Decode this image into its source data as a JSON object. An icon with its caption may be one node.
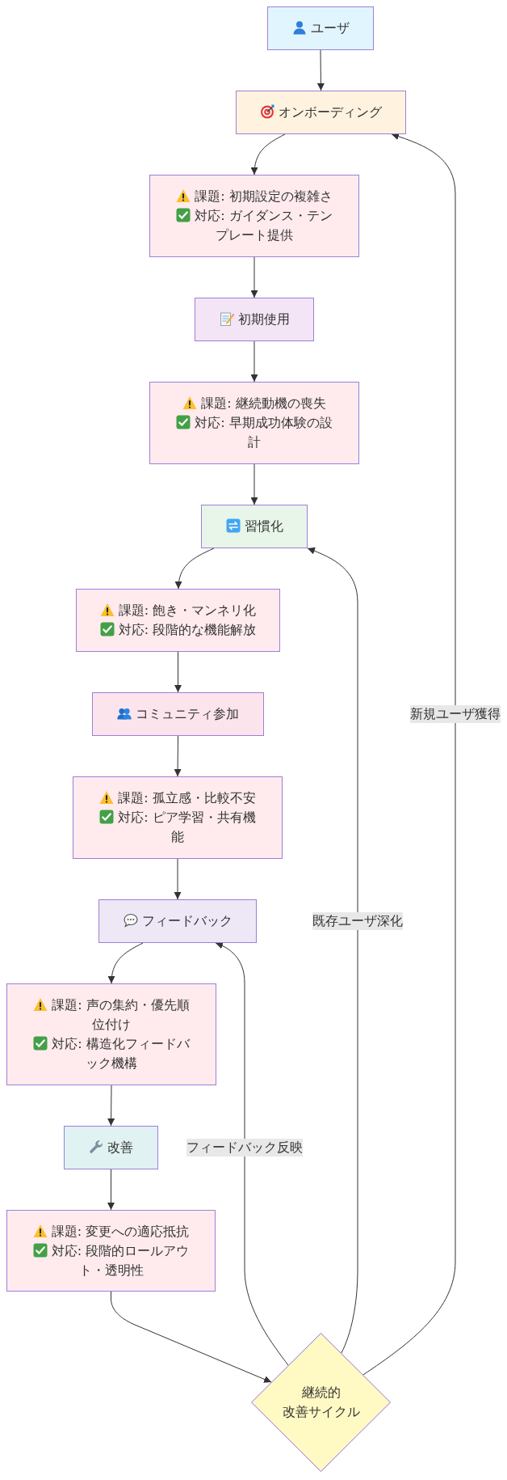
{
  "diagram": {
    "nodes": [
      {
        "text": [
          "ユーザ"
        ]
      },
      {
        "text": [
          "オンボーディング"
        ]
      },
      {
        "text": [
          "課題: 初期設定の複雑さ",
          "対応: ガイダンス・テンプレート提供"
        ]
      },
      {
        "text": [
          "初期使用"
        ]
      },
      {
        "text": [
          "課題: 継続動機の喪失",
          "対応: 早期成功体験の設計"
        ]
      },
      {
        "text": [
          "習慣化"
        ]
      },
      {
        "text": [
          "課題: 飽き・マンネリ化",
          "対応: 段階的な機能解放"
        ]
      },
      {
        "text": [
          "コミュニティ参加"
        ]
      },
      {
        "text": [
          "課題: 孤立感・比較不安",
          "対応: ピア学習・共有機能"
        ]
      },
      {
        "text": [
          "フィードバック"
        ]
      },
      {
        "text": [
          "課題: 声の集約・優先順位付け",
          "対応: 構造化フィードバック機構"
        ]
      },
      {
        "text": [
          "改善"
        ]
      },
      {
        "text": [
          "課題: 変更への適応抵抗",
          "対応: 段階的ロールアウト・透明性"
        ]
      },
      {
        "text": [
          "継続的改善サイクル"
        ]
      }
    ],
    "edges": [
      {
        "from": 0,
        "to": 1,
        "arrow": "to"
      },
      {
        "from": 1,
        "to": 2,
        "arrow": "to"
      },
      {
        "from": 2,
        "to": 3,
        "arrow": "to"
      },
      {
        "from": 3,
        "to": 4,
        "arrow": "to"
      },
      {
        "from": 4,
        "to": 5,
        "arrow": "to"
      },
      {
        "from": 5,
        "to": 6,
        "arrow": "to"
      },
      {
        "from": 6,
        "to": 7,
        "arrow": "to"
      },
      {
        "from": 7,
        "to": 8,
        "arrow": "to"
      },
      {
        "from": 8,
        "to": 9,
        "arrow": "to"
      },
      {
        "from": 9,
        "to": 10,
        "arrow": "to"
      },
      {
        "from": 10,
        "to": 11,
        "arrow": "to"
      },
      {
        "from": 11,
        "to": 12,
        "arrow": "to"
      },
      {
        "from": 12,
        "to": 13,
        "arrow": "to"
      },
      {
        "from": 13,
        "to": 9,
        "arrow": "to",
        "label": "フィードバック反映"
      },
      {
        "from": 13,
        "to": 5,
        "arrow": "to",
        "label": "既存ユーザ深化"
      },
      {
        "from": 13,
        "to": 1,
        "arrow": "to",
        "label": "新規ユーザ獲得"
      }
    ]
  }
}
